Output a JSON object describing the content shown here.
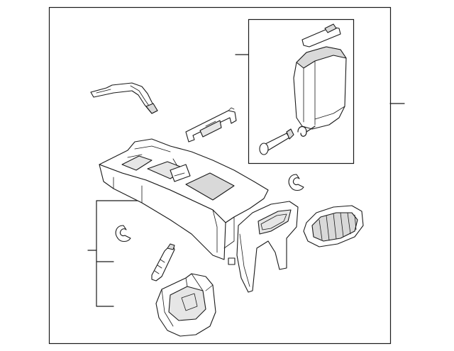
{
  "diagram": {
    "kind": "exploded-parts-diagram",
    "colors": {
      "line": "#1a1a1a",
      "part_fill": "#ffffff",
      "part_shade": "#e6e6e6",
      "part_dark": "#cfcfcf",
      "background": "#ffffff"
    },
    "parts": [
      {
        "id": "trim-strip",
        "icon": "trim-strip-icon"
      },
      {
        "id": "bracket",
        "icon": "bracket-icon"
      },
      {
        "id": "console-housing",
        "icon": "console-housing-icon"
      },
      {
        "id": "clip-right",
        "icon": "clip-icon"
      },
      {
        "id": "clip-left",
        "icon": "clip-icon"
      },
      {
        "id": "rear-trim-panel",
        "icon": "rear-panel-icon"
      },
      {
        "id": "air-vent",
        "icon": "air-vent-icon"
      },
      {
        "id": "screw",
        "icon": "screw-icon"
      },
      {
        "id": "mounting-bracket",
        "icon": "mounting-bracket-icon"
      },
      {
        "id": "armrest-lid",
        "icon": "armrest-lid-icon"
      },
      {
        "id": "latch",
        "icon": "latch-icon"
      },
      {
        "id": "hinge-pin",
        "icon": "hinge-pin-icon"
      },
      {
        "id": "hinge-spring",
        "icon": "spring-icon"
      }
    ],
    "groups": [
      {
        "id": "armrest-assembly-group"
      },
      {
        "id": "console-assembly-group"
      }
    ]
  }
}
